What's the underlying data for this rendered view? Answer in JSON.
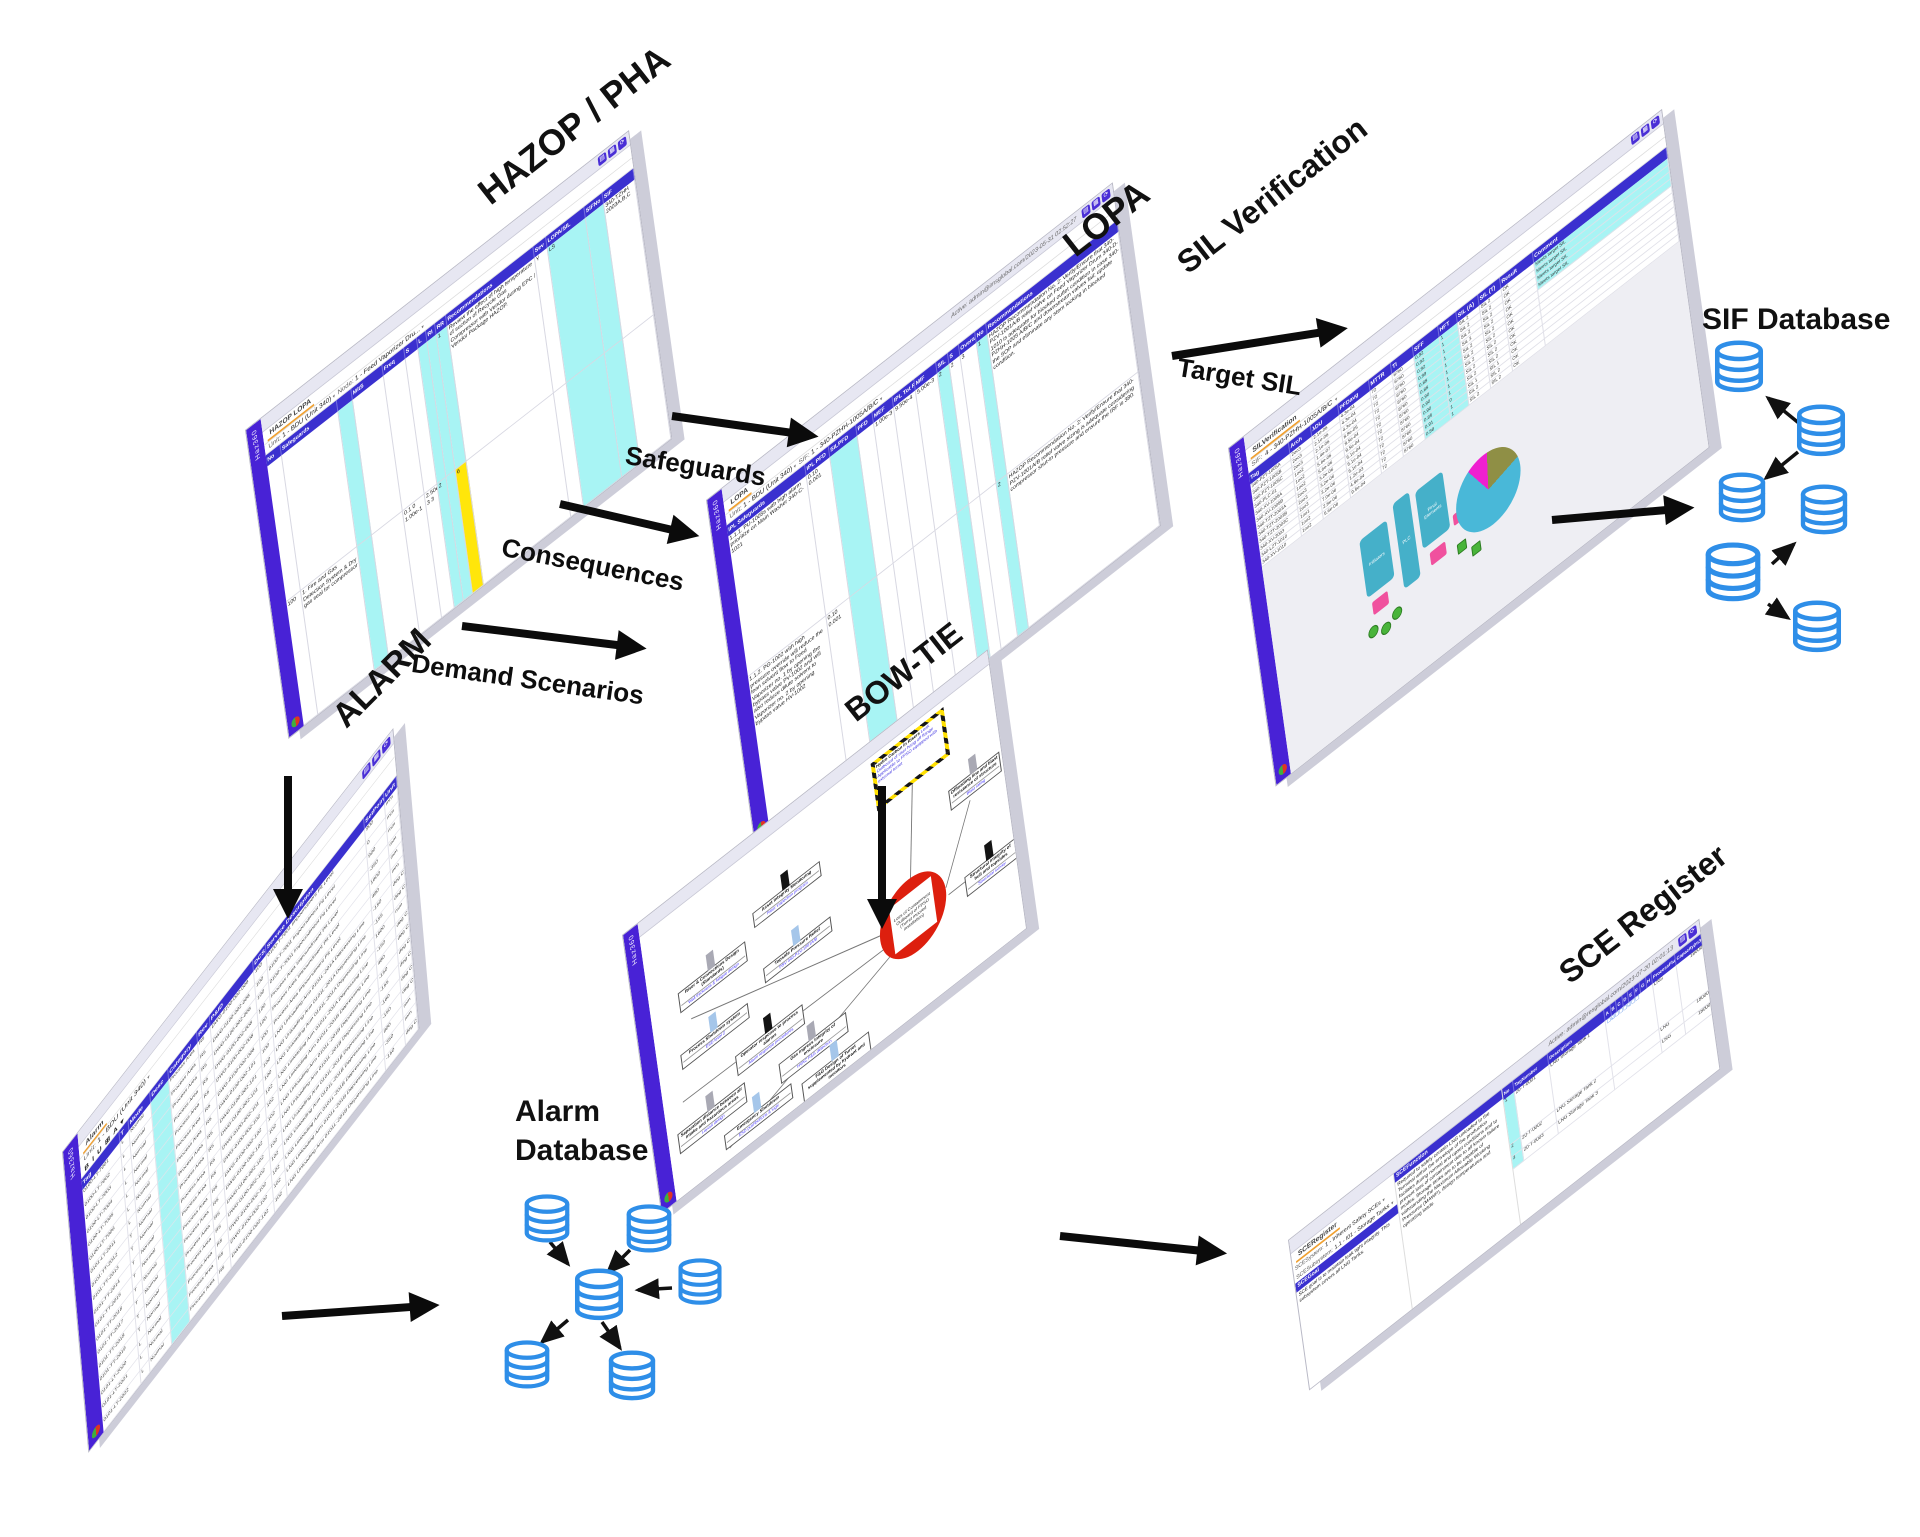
{
  "diagram": {
    "titles": {
      "hazop": "HAZOP / PHA",
      "lopa": "LOPA",
      "sil": "SIL Verification",
      "alarm": "ALARM",
      "bowtie": "BOW-TIE",
      "sce": "SCE Register",
      "sif_db": "SIF Database",
      "alarm_db": "Alarm Database"
    },
    "flow_labels": {
      "safeguards": "Safeguards",
      "consequences": "Consequences",
      "demand": "Demand Scenarios",
      "target_sil": "Target SIL"
    },
    "colors": {
      "sidebar_purple": "#4822d6",
      "header_purple": "#3a30cf",
      "highlight_cyan": "#a8f4f4",
      "highlight_yellow": "#ffe60a",
      "db_blue": "#2e8ee8",
      "top_event_red": "#dd1f0e",
      "arrow_black": "#0b0b0b"
    }
  },
  "brand": {
    "name": "Haz360"
  },
  "hazop_panel": {
    "tab": "HAZOP LOPA",
    "toolbar": [
      "▤",
      "▦",
      "⟳"
    ],
    "filters": [
      {
        "label": "Unit:",
        "value": "1 - BDU (Unit 340)"
      },
      {
        "label": "Node:",
        "value": "1 - Feed Vaporizer Dru..."
      }
    ],
    "columns": [
      {
        "h": "No",
        "w": 16,
        "t1": "",
        "t2": "100"
      },
      {
        "h": "Safeguards",
        "w": 62,
        "t1": "",
        "t2": "1. Fire and Gas Detection System & Dry gas seal for compressor"
      },
      {
        "h": "",
        "w": 16,
        "c": "cyan",
        "c2": "cyan",
        "t1": "",
        "t2": ""
      },
      {
        "h": "MitS",
        "w": 34,
        "t1": "",
        "t2": ""
      },
      {
        "h": "Freq",
        "w": 24,
        "t1": "",
        "t2": "0.1 0  1.00e-1"
      },
      {
        "h": "S",
        "w": 14,
        "t1": "",
        "t2": "2.50e-3  3"
      },
      {
        "h": "L",
        "w": 10,
        "c": "cyan",
        "c2": "cyan",
        "t1": "",
        "t2": "2"
      },
      {
        "h": "RI",
        "w": 10,
        "c": "cyan",
        "c2": "cyan",
        "t1": "",
        "t2": ""
      },
      {
        "h": "RR",
        "w": 12,
        "c": "cyan",
        "c2": "cyan yl",
        "t1": "1",
        "t2": "6"
      },
      {
        "h": "Recommendations",
        "w": 96,
        "t1": "Review the effect of high temperature of suction of Recycle Gas Compressor with Vendor during EPC / Vendor Package HAZOP.",
        "t2": ""
      },
      {
        "h": "Sev",
        "w": 14,
        "t1": "Y",
        "t2": ""
      },
      {
        "h": "LOPA/SIL",
        "w": 42,
        "c": "cyan",
        "c2": "cyan",
        "t1": "LS",
        "t2": ""
      },
      {
        "h": "SIFNo",
        "w": 20,
        "c": "cyan",
        "c2": "cyan",
        "t1": "",
        "t2": ""
      },
      {
        "h": "SIF",
        "w": 34,
        "t1": "340-TZHH 2003A,B,C",
        "t2": ""
      }
    ]
  },
  "lopa_panel": {
    "tab": "LOPA",
    "toolbar": [
      "▤",
      "▦",
      "⟳"
    ],
    "header_user": "Active: admin@imsglobal.com/2023-05-31 02:52:27",
    "filters": [
      {
        "label": "Unit:",
        "value": "1 - BDU (Unit 340)"
      },
      {
        "label": "SIF:",
        "value": "1 - 340-PZHH-1005A/B/C"
      }
    ],
    "columns": [
      {
        "h": "IPL Safeguards",
        "w": 86,
        "t1": "1.1.1. PU-1005s with high alarm prioritize on Main Washer 340-C-1021",
        "t2": "1.1.2. PG-1002 with high pressure override will reduce the lean solvent flow to Feed Vaporizer no. 1 by opening the bypass valve PV-1002 and will also reduce dilute solvent to Vaporizer no. 2 by opening bypass valve HV-1002"
      },
      {
        "h": "IPL PFD",
        "w": 26,
        "t1": "0.10 0.001",
        "t2": "0.10 0.001"
      },
      {
        "h": "SILPFD",
        "w": 30,
        "c": "cyan",
        "c2": "cyan",
        "t1": "",
        "t2": ""
      },
      {
        "h": "PFD",
        "w": 18,
        "t1": "",
        "t2": ""
      },
      {
        "h": "MEF",
        "w": 22,
        "t1": "1.00e-3",
        "t2": ""
      },
      {
        "h": "IPL Tot PFE",
        "w": 24,
        "t1": "9.50e-4",
        "t2": ""
      },
      {
        "h": "MIF",
        "w": 24,
        "t1": "5.00e-3",
        "t2": ""
      },
      {
        "h": "SIL",
        "w": 13,
        "c": "cyan",
        "c2": "cyan",
        "t1": "2",
        "t2": ""
      },
      {
        "h": "S",
        "w": 12,
        "t1": "2",
        "t2": ""
      },
      {
        "h": "Overall Mat SIL",
        "w": 18,
        "t1": "3",
        "t2": ""
      },
      {
        "h": "No",
        "w": 12,
        "c": "cyan",
        "c2": "cyan",
        "t1": "1",
        "t2": "2"
      },
      {
        "h": "Recommendations",
        "w": 144,
        "t1": "HAZOP Recommendation No. 2: Verify/Ensure that 340-PZV-1001A/B relief valve on Feed Vaporizer Drum 340-D-1010 is adequate for blocked outlet condition in case 340-PZHH-1005 A/B/C and downstream valves fail; update the SOP and eliminate any stem locking in blocked condition.",
        "t2": "HAZOP Recommendation No. 2: Verify/Ensure that 340-PZV-1001A/B relief valve sizing is adequate considering compressor shut-in pressure and ensure the IRF is 380."
      }
    ]
  },
  "sil_panel": {
    "tab": "SILVerification",
    "toolbar": [
      "▤",
      "▦",
      "⟳"
    ],
    "filter_label": "SIF:",
    "filter_value": "4 - 340-PZHH-1005A/B/C",
    "cols": [
      "Tag",
      "Arch",
      "λDU",
      "PFDavg",
      "MTTR",
      "TI",
      "SFF",
      "HFT",
      "SIL (A)",
      "SIL (T)",
      "Result",
      "Comment"
    ],
    "rows": [
      {
        "t": "340-PZT-1005A",
        "a": "2oo3",
        "du": "2.1e-06",
        "p": "4.3e-04",
        "m": "72",
        "ti": "8760",
        "s": "0.92",
        "h": "1",
        "sa": "SIL 2",
        "st": "SIL 2",
        "r": "OK",
        "cm": "Meets target SIL",
        "cc": "cyan"
      },
      {
        "t": "340-PZT-1005B",
        "a": "2oo3",
        "du": "2.1e-06",
        "p": "4.3e-04",
        "m": "72",
        "ti": "8760",
        "s": "0.92",
        "h": "1",
        "sa": "SIL 2",
        "st": "SIL 2",
        "r": "OK",
        "cm": "Meets target SIL",
        "cc": "cyan"
      },
      {
        "t": "340-PZT-1005C",
        "a": "2oo3",
        "du": "2.1e-06",
        "p": "4.3e-04",
        "m": "72",
        "ti": "8760",
        "s": "0.92",
        "h": "1",
        "sa": "SIL 2",
        "st": "SIL 2",
        "r": "OK",
        "cm": "Meets target SIL",
        "cc": "cyan"
      },
      {
        "t": "340-PLC-01",
        "a": "1oo2",
        "du": "1.4e-07",
        "p": "8.8e-05",
        "m": "72",
        "ti": "8760",
        "s": "0.99",
        "h": "1",
        "sa": "SIL 3",
        "st": "SIL 2",
        "r": "OK",
        "cm": "Meets target SIL",
        "cc": "cyan"
      },
      {
        "t": "340-XV-1005A",
        "a": "1oo2",
        "du": "5.6e-06",
        "p": "9.5e-04",
        "m": "72",
        "ti": "8760",
        "s": "0.88",
        "h": "1",
        "sa": "SIL 2",
        "st": "SIL 2",
        "r": "OK",
        "cm": ""
      },
      {
        "t": "340-XV-1005B",
        "a": "1oo2",
        "du": "5.6e-06",
        "p": "9.5e-04",
        "m": "72",
        "ti": "8760",
        "s": "0.88",
        "h": "1",
        "sa": "SIL 2",
        "st": "SIL 2",
        "r": "OK",
        "cm": ""
      },
      {
        "t": "340-TZT-2003A",
        "a": "2oo3",
        "du": "3.2e-06",
        "p": "5.1e-04",
        "m": "72",
        "ti": "8760",
        "s": "0.90",
        "h": "1",
        "sa": "SIL 2",
        "st": "SIL 2",
        "r": "OK",
        "cm": ""
      },
      {
        "t": "340-TZT-2003B",
        "a": "2oo3",
        "du": "3.2e-06",
        "p": "5.1e-04",
        "m": "72",
        "ti": "8760",
        "s": "0.90",
        "h": "1",
        "sa": "SIL 2",
        "st": "SIL 2",
        "r": "OK",
        "cm": ""
      },
      {
        "t": "340-TZT-2003C",
        "a": "2oo3",
        "du": "3.2e-06",
        "p": "5.1e-04",
        "m": "72",
        "ti": "8760",
        "s": "0.90",
        "h": "1",
        "sa": "SIL 2",
        "st": "SIL 2",
        "r": "OK",
        "cm": ""
      },
      {
        "t": "340-XV-2003",
        "a": "1oo1",
        "du": "7.0e-06",
        "p": "1.2e-03",
        "m": "72",
        "ti": "8760",
        "s": "0.85",
        "h": "0",
        "sa": "SIL 1",
        "st": "SIL 1",
        "r": "OK",
        "cm": ""
      },
      {
        "t": "340-LZT-1010",
        "a": "1oo2",
        "du": "2.8e-06",
        "p": "4.9e-04",
        "m": "72",
        "ti": "8760",
        "s": "0.91",
        "h": "1",
        "sa": "SIL 2",
        "st": "SIL 2",
        "r": "OK",
        "cm": ""
      },
      {
        "t": "340-XV-1010",
        "a": "1oo2",
        "du": "5.6e-06",
        "p": "9.5e-04",
        "m": "72",
        "ti": "8760",
        "s": "0.88",
        "h": "1",
        "sa": "SIL 2",
        "st": "SIL 2",
        "r": "OK",
        "cm": ""
      }
    ],
    "blocks": {
      "initiators": "Initiators",
      "plc": "PLC",
      "final": "Final Elements"
    },
    "pie": {
      "slices": [
        {
          "color": "#ef1fd0",
          "pct": 10
        },
        {
          "color": "#8f8f45",
          "pct": 19
        },
        {
          "color": "#49b8d8",
          "pct": 71
        }
      ]
    }
  },
  "alarm_panel": {
    "tab": "Alarm",
    "toolbar": [
      "▤",
      "▦",
      "⟳"
    ],
    "format_bar": "B  I  U  ⊞  A ▾",
    "filters": [
      {
        "label": "Unit:",
        "value": "1 - BDU (Unit 340)"
      }
    ],
    "cols": [
      "Tag",
      "T",
      "Mode",
      "Desc",
      "Category",
      "Rev",
      "P&ID",
      "DCS",
      "Service Description",
      "SetPoint",
      "Unit"
    ],
    "rows": [
      {
        "tag": "0100-LT-7001",
        "t": "L",
        "mode": "Normal",
        "cat": "Process Area",
        "rev": "R5",
        "pid": "DWG-0100-002-008",
        "dcs": "100",
        "svc": "0100-T-7001 Impoundment Pit Level",
        "sp": "900",
        "u": "mm"
      },
      {
        "tag": "0100-LT-7002",
        "t": "L",
        "mode": "Normal",
        "cat": "Process Area",
        "rev": "R5",
        "pid": "DWG-0100-002-008",
        "dcs": "100",
        "svc": "0100-T-7001 Impoundment Pit Level",
        "sp": "0",
        "u": "mm"
      },
      {
        "tag": "0100-LT-7003",
        "t": "L",
        "mode": "Normal",
        "cat": "Process Area",
        "rev": "R5",
        "pid": "DWG-0100-002-008",
        "dcs": "100",
        "svc": "0100-T-7001 Impoundment Pit Level",
        "sp": "900",
        "u": "mm"
      },
      {
        "tag": "0100-LT-7004",
        "t": "L",
        "mode": "Normal",
        "cat": "Process Area",
        "rev": "R5",
        "pid": "DWG-0100-002-008",
        "dcs": "100",
        "svc": "Process Area Impoundment Pit Level",
        "sp": "-350",
        "u": "mm"
      },
      {
        "tag": "0100-LT-7005",
        "t": "L",
        "mode": "Normal",
        "cat": "Process Area",
        "rev": "R5",
        "pid": "DWG-0100-002-008",
        "dcs": "100",
        "svc": "Process Area Impoundment Pit Level",
        "sp": "1600",
        "u": "mm"
      },
      {
        "tag": "0100-LT-7006",
        "t": "L",
        "mode": "Normal",
        "cat": "Process Area",
        "rev": "R5",
        "pid": "DWG-0100-002-008",
        "dcs": "100",
        "svc": "Process Area Impoundment Pit Level",
        "sp": "480",
        "u": "mm"
      },
      {
        "tag": "0101-LT-2011",
        "t": "L",
        "mode": "Normal",
        "cat": "Process Area",
        "rev": "R5",
        "pid": "DWG-0100-002-101",
        "dcs": "100",
        "svc": "LNG Unloading Arm 0101L-201A Depressing Line",
        "sp": "-150",
        "u": "deg C"
      },
      {
        "tag": "0101-TT-2012",
        "t": "T",
        "mode": "Normal",
        "cat": "Process Area",
        "rev": "R5",
        "pid": "DWG-0100-002-101",
        "dcs": "100",
        "svc": "LNG Unloading Arm 0101L-201A Depressing Line",
        "sp": "-155",
        "u": "deg C"
      },
      {
        "tag": "0101-TT-2013",
        "t": "T",
        "mode": "Normal",
        "cat": "Process Area",
        "rev": "R5",
        "pid": "DWG-0100-002-101",
        "dcs": "100",
        "svc": "LNG Unloading Arm 0101L-201A Depressing Line",
        "sp": "1600",
        "u": "mm"
      },
      {
        "tag": "0101-TT-2014",
        "t": "T",
        "mode": "Normal",
        "cat": "Process Area",
        "rev": "R5",
        "pid": "DWG-0100-002-101",
        "dcs": "102",
        "svc": "LNG Unloading Arm 0101L-201A Depressing Line",
        "sp": "-150",
        "u": "deg C"
      },
      {
        "tag": "0101-TT-2015",
        "t": "T",
        "mode": "Normal",
        "cat": "Process Area",
        "rev": "R5",
        "pid": "DWG-0100-002-102",
        "dcs": "102",
        "svc": "LNG Unloading Arm 0101L-201B Depressing Line",
        "sp": "480",
        "u": "deg C"
      },
      {
        "tag": "0101-TT-2016",
        "t": "T",
        "mode": "Normal",
        "cat": "Process Area",
        "rev": "R5",
        "pid": "DWG-0100-002-102",
        "dcs": "102",
        "svc": "LNG Unloading Arm 0101L-201B Depressing Line",
        "sp": "-150",
        "u": "deg C"
      },
      {
        "tag": "0101-TT-2017",
        "t": "T",
        "mode": "Normal",
        "cat": "Process Area",
        "rev": "R5",
        "pid": "DWG-0100-002-102",
        "dcs": "102",
        "svc": "LNG Unloading Arm 0101L-201B Depressing Line",
        "sp": "-155",
        "u": "deg C"
      },
      {
        "tag": "0101-TT-2018",
        "t": "T",
        "mode": "Normal",
        "cat": "Process Area",
        "rev": "R5",
        "pid": "DWG-0100-002-102",
        "dcs": "102",
        "svc": "LNG Unloading Arm 0101L-201B Depressing Line",
        "sp": "-160",
        "u": "deg C"
      },
      {
        "tag": "0101-TT-2019",
        "t": "T",
        "mode": "Normal",
        "cat": "Process Area",
        "rev": "R5",
        "pid": "DWG-0100-002-102",
        "dcs": "102",
        "svc": "LNG Unloading Arm 0101L-201B Depressing Line",
        "sp": "-150",
        "u": "deg C"
      },
      {
        "tag": "0101-LT-2020",
        "t": "L",
        "mode": "Normal",
        "cat": "Process Area",
        "rev": "R5",
        "pid": "DWG-0100-002-102",
        "dcs": "102",
        "svc": "LNG Unloading Arm 0101L-201B Depressing Line",
        "sp": "900",
        "u": "mm"
      },
      {
        "tag": "0101-LT-2021",
        "t": "L",
        "mode": "Normal",
        "cat": "Process Area",
        "rev": "R5",
        "pid": "DWG-0100-002-102",
        "dcs": "102",
        "svc": "LNG Unloading Arm 0101L-201B Depressing Line",
        "sp": "-350",
        "u": "mm"
      },
      {
        "tag": "0101-LT-2022",
        "t": "L",
        "mode": "Normal",
        "cat": "Process Area",
        "rev": "R5",
        "pid": "DWG-0100-002-102",
        "dcs": "102",
        "svc": "LNG Unloading Arm 0101L-201B Depressing Line",
        "sp": "-150",
        "u": "deg C"
      }
    ]
  },
  "bowtie_panel": {
    "hazard": {
      "l1": "Hydro Carbon in Risers",
      "l2": "Leak Outboard of riser hang off flange",
      "l3": "Applicable to FPSO equipped with external turret"
    },
    "top_event": "Loss of Containment Outboard of FPSO (Turret moored installation)",
    "barriers_left": [
      {
        "t": "Riser & Connections Design (Standards)",
        "link": "Wall thickness & fatigue design",
        "bar": "bar-grey"
      },
      {
        "t": "Asset Integrity Monitoring",
        "link": "Riser inspection program",
        "bar": "bar-black"
      },
      {
        "t": "Topside Pressure Relief",
        "link": "PSV 340-PZV-1001A/B",
        "bar": "bar-blue"
      },
      {
        "t": "Process Shutdown system",
        "link": "ESD level 2",
        "bar": "bar-blue"
      },
      {
        "t": "Operator response to process alarms",
        "link": "Alarm response procedures",
        "bar": "bar-black"
      },
      {
        "t": "Gas ingress integrity of enclosure",
        "link": "HVAC F&G detection",
        "bar": "bar-grey"
      },
      {
        "t": "Separation distance between air intake and hazardous areas",
        "link": "Layout design",
        "bar": "bar-grey"
      },
      {
        "t": "Emergency Shutdown",
        "link": "ESD pushbuttons & logic",
        "bar": "bar-blue"
      },
      {
        "t": "F&G Design of Turret supplemented by hydrant and monitors",
        "link": "Firewater system",
        "bar": "bar-blue"
      }
    ],
    "barriers_right": [
      {
        "t": "Offloading line and blast resistance of structure",
        "link": "Blast rating",
        "bar": "bar-grey"
      },
      {
        "t": "Structural integrity of hull and topsides",
        "link": "Structural survey",
        "bar": "bar-black"
      }
    ]
  },
  "sce_panel": {
    "tab": "SCERegister",
    "toolbar": [
      "▤",
      "⟳"
    ],
    "header_user": "Active: admin@resglobal.com/2023-07-20 02:01:13",
    "system_label": "SCESystem:",
    "system_value": "1 - Inherent Safety SCEs",
    "subsystem_label": "SCESubsystem:",
    "subsystem_value": "1.1 - I01 - Storage Tanks",
    "goal_label": "SCEGoal",
    "goal_text": "SCE goal is to maintain leak tight integrity. This subsystem covers all LNG Tanks.",
    "function_label": "SCEFunction",
    "function_text": "Required to safely contain LNG unloaded to the Terminal within the envelope of the production facilities during normal and upset conditions and to prevent loss of containment due to all known failure modes. Storage tanks are to be capable of withstanding the Maximum Allowable Working Pressures (MAWP), design temperatures and operating loads.",
    "headers": [
      "No",
      "TagNumber",
      "Description",
      "A",
      "B",
      "C",
      "D",
      "E",
      "F",
      "G",
      "H",
      "ProcessFluid",
      "Capacity(m3)"
    ],
    "rows": [
      {
        "no": "1",
        "tag": "20-T-0001",
        "desc": "LNG Storage Tank 1",
        "checks": "☐☑☐☐☐☑☐☐",
        "fluid": "LNG",
        "cap": "18000"
      },
      {
        "no": "2",
        "tag": "20-T-0002",
        "desc": "LNG Storage Tank 2",
        "checks": "",
        "fluid": "LNG",
        "cap": "18000"
      },
      {
        "no": "3",
        "tag": "20-T-0003",
        "desc": "LNG Storage Tank 3",
        "checks": "",
        "fluid": "LNG",
        "cap": "18000"
      }
    ]
  }
}
